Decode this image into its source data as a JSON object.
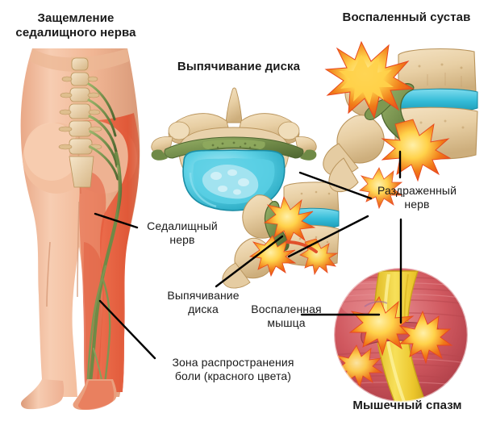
{
  "diagram": {
    "kind": "medical-illustration",
    "subject": "sciatic-nerve-compression",
    "background_color": "#ffffff"
  },
  "titles": {
    "top_left": "Защемление\nседалищного нерва",
    "top_middle": "Выпячивание диска",
    "top_right": "Воспаленный сустав",
    "bottom_right": "Мышечный спазм"
  },
  "labels": {
    "sciatic_nerve": "Седалищный\nнерв",
    "disc_protrusion": "Выпячивание\nдиска",
    "pain_zone": "Зона распространения\nболи (красного цвета)",
    "irritated_nerve": "Раздраженный\nнерв",
    "inflamed_muscle": "Воспаленная\nмышца"
  },
  "palette": {
    "skin": "#f0b493",
    "skin_shadow": "#dc9a78",
    "skin_light": "#f8d2ba",
    "pain_red": "#e8674a",
    "pain_red_deep": "#d9512f",
    "nerve_green": "#7a9050",
    "nerve_green_dark": "#5d7038",
    "bone_tan": "#e8cfa4",
    "bone_tan_dark": "#cbab75",
    "bone_outline": "#b9945c",
    "disc_cyan": "#3ec8e0",
    "disc_cyan_light": "#8ee0ee",
    "disc_cyan_dark": "#1fa3bd",
    "flare_orange": "#f07a18",
    "flare_red": "#e8481e",
    "flare_yellow": "#ffd24a",
    "muscle_red": "#d35d63",
    "muscle_red_dark": "#b2434c",
    "muscle_pink": "#e58a8e",
    "nerve_yellow": "#f2d23c",
    "nerve_yellow_dark": "#d9b421",
    "leader_line": "#000000"
  },
  "illustrations": [
    {
      "name": "posterior-body-view",
      "description": "Back view of lower body with spine, sciatic nerve and red pain zone on right side"
    },
    {
      "name": "disc-protrusion-axial",
      "description": "Top-down vertebra with bulging cyan disc and green nerve roots"
    },
    {
      "name": "disc-protrusion-lateral",
      "description": "Side view vertebrae with pain flares and compressed nerve"
    },
    {
      "name": "inflamed-joint",
      "description": "Side view vertebrae with large orange starburst at facet joint"
    },
    {
      "name": "muscle-spasm-inset",
      "description": "Circular close-up of red muscle fibers compressing a yellow nerve"
    }
  ]
}
